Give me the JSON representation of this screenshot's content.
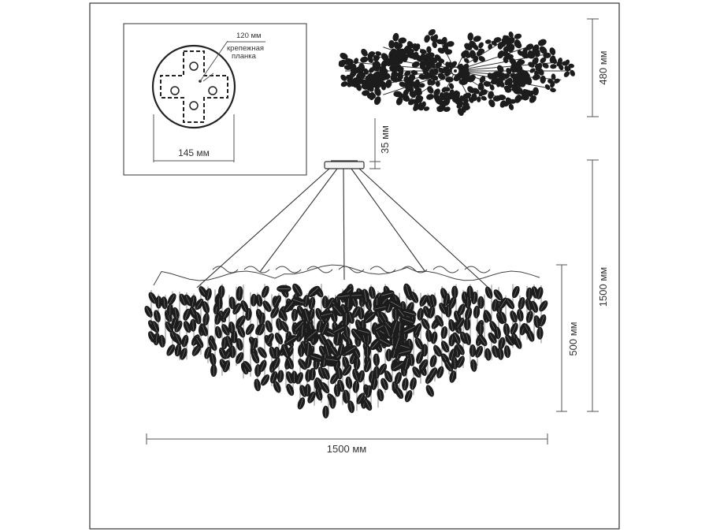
{
  "mount_detail": {
    "offset_label": "120 мм",
    "bracket_label_line1": "крепежная",
    "bracket_label_line2": "планка",
    "width_label": "145 мм"
  },
  "top_view": {
    "depth_label": "480 мм"
  },
  "front_view": {
    "canopy_height_label": "35 мм",
    "total_height_label": "1500 мм",
    "body_height_label": "500 мм",
    "width_label": "1500 мм"
  }
}
